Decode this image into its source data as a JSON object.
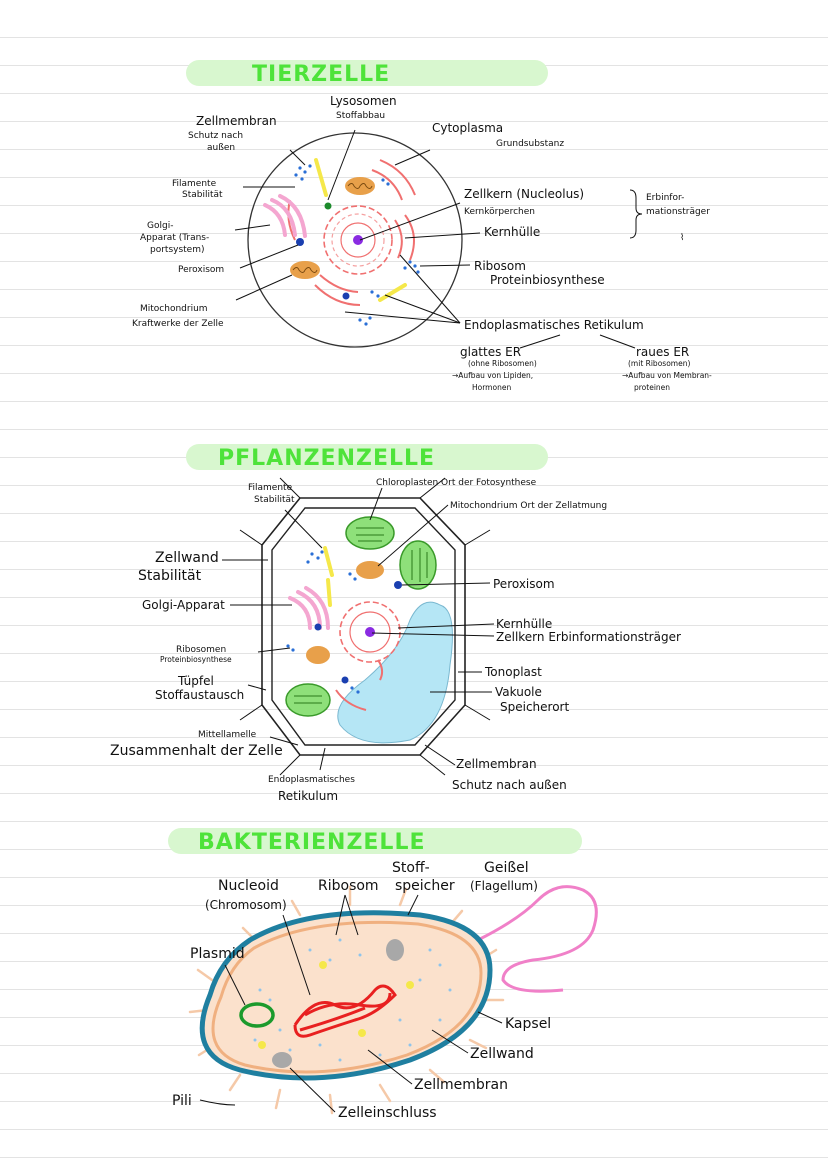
{
  "animal_cell": {
    "title": "TIERZELLE",
    "labels": {
      "zellmembran": "Zellmembran",
      "zellmembran_sub1": "Schutz nach",
      "zellmembran_sub2": "außen",
      "lysosomen": "Lysosomen",
      "lysosomen_sub": "Stoffabbau",
      "cytoplasma": "Cytoplasma",
      "cytoplasma_sub": "Grundsubstanz",
      "filamente": "Filamente",
      "filamente_sub": "Stabilität",
      "zellkern": "Zellkern (Nucleolus)",
      "zellkern_sub": "Kernkörperchen",
      "erbinfo1": "Erbinfor-",
      "erbinfo2": "mationsträger",
      "golgi1": "Golgi-",
      "golgi2": "Apparat (Trans-",
      "golgi3": "portsystem)",
      "kernhuelle": "Kernhülle",
      "peroxisom": "Peroxisom",
      "ribosom": "Ribosom",
      "ribosom_sub": "Proteinbiosynthese",
      "mitochondrium": "Mitochondrium",
      "mitochondrium_sub": "Kraftwerke der Zelle",
      "er": "Endoplasmatisches Retikulum",
      "glattes": "glattes ER",
      "glattes_sub1": "(ohne Ribosomen)",
      "glattes_sub2": "→Aufbau von Lipiden,",
      "glattes_sub3": "Hormonen",
      "raues": "raues ER",
      "raues_sub1": "(mit Ribosomen)",
      "raues_sub2": "→Aufbau von Membran-",
      "raues_sub3": "proteinen"
    }
  },
  "plant_cell": {
    "title": "PFLANZENZELLE",
    "labels": {
      "filamente": "Filamente",
      "filamente_sub": "Stabilität",
      "chloroplasten": "Chloroplasten Ort der Fotosynthese",
      "mitochondrium": "Mitochondrium Ort der Zellatmung",
      "zellwand": "Zellwand",
      "zellwand_sub": "Stabilität",
      "peroxisom": "Peroxisom",
      "golgi": "Golgi-Apparat",
      "kernhuelle": "Kernhülle",
      "zellkern": "Zellkern Erbinformationsträger",
      "ribosomen": "Ribosomen",
      "ribosomen_sub": "Proteinbiosynthese",
      "tonoplast": "Tonoplast",
      "tuepfel": "Tüpfel",
      "tuepfel_sub": "Stoffaustausch",
      "vakuole": "Vakuole",
      "vakuole_sub": "Speicherort",
      "mittellamelle": "Mittellamelle",
      "mittellamelle_sub": "Zusammenhalt der Zelle",
      "zellmembran": "Zellmembran",
      "zellmembran_sub": "Schutz nach außen",
      "er1": "Endoplasmatisches",
      "er2": "Retikulum"
    }
  },
  "bacterial_cell": {
    "title": "BAKTERIENZELLE",
    "labels": {
      "nucleoid": "Nucleoid",
      "nucleoid_sub": "(Chromosom)",
      "ribosom": "Ribosom",
      "stoffspeicher1": "Stoff-",
      "stoffspeicher2": "speicher",
      "geissel": "Geißel",
      "geissel_sub": "(Flagellum)",
      "plasmid": "Plasmid",
      "kapsel": "Kapsel",
      "zellwand": "Zellwand",
      "zellmembran": "Zellmembran",
      "pili": "Pili",
      "zelleinschluss": "Zelleinschluss"
    }
  },
  "colors": {
    "title_green": "#4ee33a",
    "highlight": "#d8f7cf",
    "mitochondrion": "#e8a04a",
    "golgi": "#f4a6d0",
    "ribosome": "#2a6fd6",
    "er": "#f07070",
    "filament": "#f5e84a",
    "chloroplast": "#8ee07a",
    "vacuole": "#b5e6f5",
    "capsule": "#1f7fa0",
    "cytoplasm_bacteria": "#fbe1cc",
    "nucleoid": "#e82020",
    "flagellum": "#f080c8",
    "nucleus": "#8a2be2"
  }
}
